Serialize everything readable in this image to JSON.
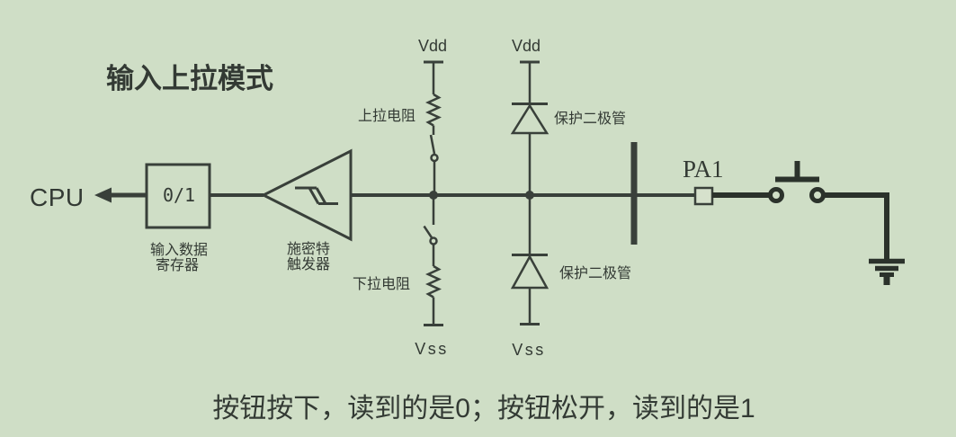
{
  "colors": {
    "background": "#cfdec6",
    "line": "#39403a",
    "line_dark": "#2b322b",
    "text": "#333a34",
    "pin_fill": "#d6e1cc"
  },
  "title": "输入上拉模式",
  "caption": "按钮按下，读到的是0；按钮松开，读到的是1",
  "cpu": {
    "label": "CPU"
  },
  "register": {
    "value": "0/1",
    "label_line1": "输入数据",
    "label_line2": "寄存器"
  },
  "schmitt": {
    "label_line1": "施密特",
    "label_line2": "触发器"
  },
  "pullup": {
    "rail": "Vdd",
    "label": "上拉电阻"
  },
  "pulldown": {
    "rail": "Vss",
    "label": "下拉电阻"
  },
  "protect_diode_top": {
    "rail": "Vdd",
    "label": "保护二极管"
  },
  "protect_diode_bottom": {
    "rail": "Vss",
    "label": "保护二极管"
  },
  "pin": {
    "label": "PA1"
  }
}
